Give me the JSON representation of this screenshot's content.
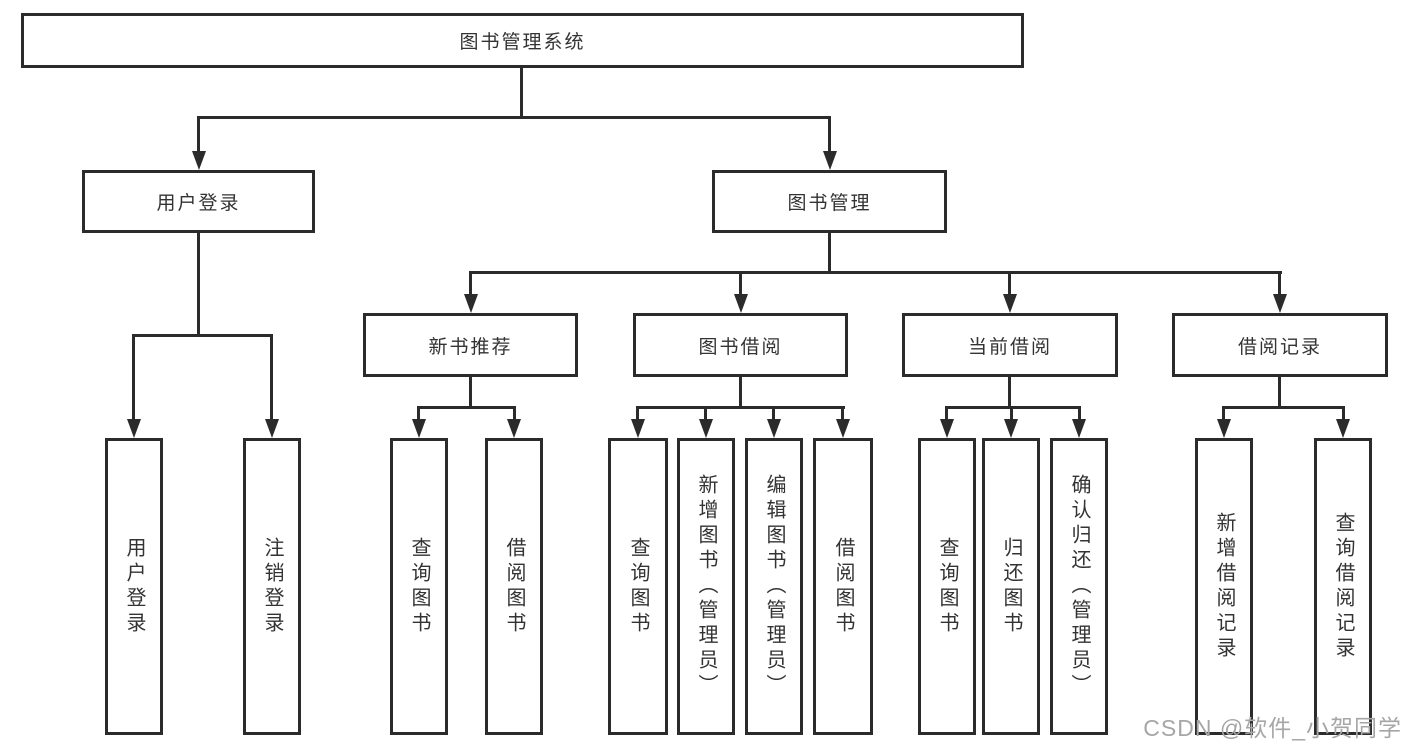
{
  "diagram_title": "图书管理系统",
  "nodes": {
    "root": "图书管理系统",
    "user_login": "用户登录",
    "book_management": "图书管理",
    "new_book_recommend": "新书推荐",
    "book_borrow": "图书借阅",
    "current_borrow": "当前借阅",
    "borrow_records": "借阅记录",
    "leaf_user_login": "用户登录",
    "leaf_logout_login": "注销登录",
    "leaf_nb_query_books": "查询图书",
    "leaf_nb_borrow_books": "借阅图书",
    "leaf_bb_query_books": "查询图书",
    "leaf_bb_add_books": "新增图书（管理员）",
    "leaf_bb_edit_books": "编辑图书（管理员）",
    "leaf_bb_borrow_books": "借阅图书",
    "leaf_cb_query_books": "查询图书",
    "leaf_cb_return_books": "归还图书",
    "leaf_cb_confirm_return": "确认归还（管理员）",
    "leaf_br_add_record": "新增借阅记录",
    "leaf_br_query_record": "查询借阅记录"
  },
  "hierarchy": {
    "图书管理系统": {
      "用户登录": [
        "用户登录",
        "注销登录"
      ],
      "图书管理": {
        "新书推荐": [
          "查询图书",
          "借阅图书"
        ],
        "图书借阅": [
          "查询图书",
          "新增图书（管理员）",
          "编辑图书（管理员）",
          "借阅图书"
        ],
        "当前借阅": [
          "查询图书",
          "归还图书",
          "确认归还（管理员）"
        ],
        "借阅记录": [
          "新增借阅记录",
          "查询借阅记录"
        ]
      }
    }
  },
  "watermark": "CSDN @软件_小贺同学",
  "colors": {
    "line": "#2b2b2b",
    "text": "#333333",
    "watermark": "#a6a6a6",
    "background": "#ffffff"
  }
}
